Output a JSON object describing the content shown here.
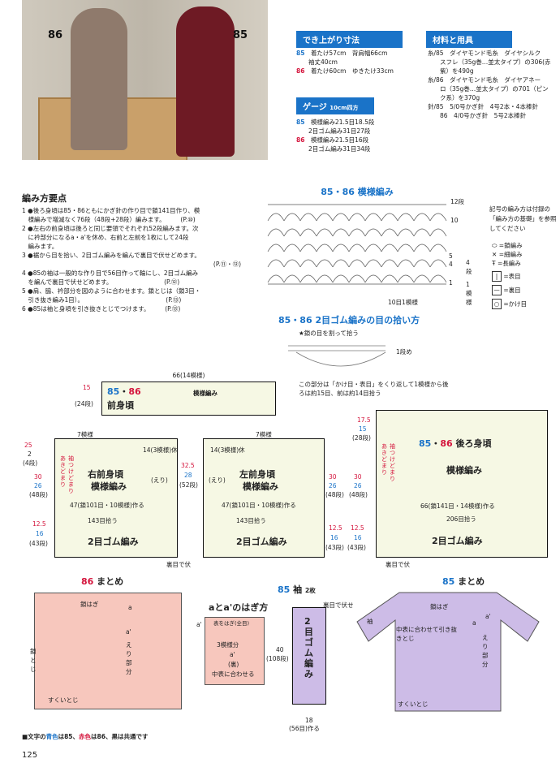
{
  "photo": {
    "label_86": "86",
    "label_85": "85"
  },
  "finished": {
    "title": "でき上がり寸法",
    "rows": [
      {
        "num": "85",
        "text": "着たけ57cm　背肩幅66cm"
      },
      {
        "num": "",
        "text": "袖丈40cm"
      },
      {
        "num": "86",
        "text": "着たけ60cm　ゆきたけ33cm"
      }
    ]
  },
  "gauge": {
    "title": "ゲージ",
    "sub": "10cm四方",
    "rows": [
      {
        "num": "85",
        "text": "模様編み21.5目18.5段"
      },
      {
        "num": "",
        "text": "2目ゴム編み31目27段"
      },
      {
        "num": "86",
        "text": "模様編み21.5目16段"
      },
      {
        "num": "",
        "text": "2目ゴム編み31目34段"
      }
    ]
  },
  "materials": {
    "title": "材料と用具",
    "lines": [
      "糸/85　ダイヤモンド毛糸　ダイヤシルク",
      "スフレ（35g巻…並太タイプ）の306(赤",
      "紫）を490g",
      "糸/86　ダイヤモンド毛糸　ダイヤアネー",
      "ロ（35g巻…並太タイプ）の701（ピン",
      "ク系）を370g",
      "針/85　5/0号かぎ針　4号2本・4本棒針",
      "86　4/0号かぎ針　5号2本棒針"
    ]
  },
  "instructions": {
    "title": "編み方要点",
    "steps": [
      "1 ●後ろ身頃は85・86ともにかぎ針の作り目で鎖141目作り、模",
      "様編みで増減なく76段（48段+28段）編みます。　　　(P.⑩)",
      "2 ●左右の前身頃は後ろと同じ要領でそれぞれ52段編みます。次",
      "に衿部分になるa・a'を休め、右前と左前を1枚にして24段",
      "編みます。",
      "3 ●裾から目を拾い、2目ゴム編みを編んで裏目で伏せどめます。",
      "(P.⑪・⑫)",
      "4 ●85の袖は一般的な作り目で56目作って輪にし、2目ゴム編み",
      "を編んで裏目で伏せどめます。　　　　　　　　　(P.⑫)",
      "5 ●肩、脇、衿部分を図のように合わせます。鎖とじは（鎖3目・",
      "引き抜き編み1目）。　　　　　　　　　　　　　　(P.⑬)",
      "6 ●85は袖と身頃を引き抜きとじでつけます。　　　(P.⑬)"
    ]
  },
  "chart_title": "85・86 模様編み",
  "chart_rows": {
    "r12": "12段",
    "r10": "10",
    "r5": "5",
    "r4": "4",
    "r1": "1"
  },
  "chart_side": {
    "a": "4段",
    "b": "1模様"
  },
  "chart_bottom": "10目1模様",
  "symbols": {
    "title": "記号の編み方は付録の「編み方の基礎」を参照してください",
    "items": [
      "=鎖編み",
      "=細編み",
      "=長編み",
      "=表目",
      "=裏目",
      "=かけ目"
    ]
  },
  "rib_pick": {
    "title": "85・86 2目ゴム編みの目の拾い方",
    "sub": "★鎖の目を割って拾う",
    "row1": "1段め",
    "note": "この部分は「かけ目・表目」をくり返して1模様から後ろは約15目、前は約14目拾う"
  },
  "front_yoke": {
    "title_a": "85",
    "title_b": "86",
    "title_c": "前身頃",
    "pattern": "模様編み",
    "top": "66(14模様)",
    "h1": "15",
    "h2": "(24段)"
  },
  "right_front": {
    "title": "右前身頃",
    "pattern": "模様編み",
    "top": "7模様",
    "mark": "14(3模様)休",
    "eri": "(えり)",
    "bottom": "47(鎖101目・10模様)作る",
    "pick": "143目拾う",
    "rib": "2目ゴム編み",
    "side": "あきどまり",
    "side2": "袖つけどまり"
  },
  "left_front": {
    "title": "左前身頃",
    "pattern": "模様編み",
    "top": "7模様",
    "mark": "14(3模様)休",
    "eri": "(えり)",
    "bottom": "47(鎖101目・10模様)作る",
    "pick": "143目拾う",
    "rib": "2目ゴム編み"
  },
  "back": {
    "title_a": "85",
    "title_b": "86",
    "title_c": "後ろ身頃",
    "pattern": "模様編み",
    "side": "あきどまり",
    "side2": "袖つけどまり",
    "bottom": "66(鎖141目・14模様)作る",
    "pick": "206目拾う",
    "rib": "2目ゴム編み",
    "s1": "17.5",
    "s2": "15",
    "s3": "(28段)",
    "s4": "30",
    "s5": "26",
    "s6": "(48段)",
    "s7": "12.5",
    "s8": "16",
    "s9": "(43段)"
  },
  "dims_left": {
    "a": "25",
    "b": "2",
    "c": "(4段)",
    "d": "30",
    "e": "26",
    "f": "(48段)",
    "g": "12.5",
    "h": "16",
    "i": "(43段)"
  },
  "dims_mid": {
    "a": "32.5",
    "b": "28",
    "c": "(52段)",
    "d": "30",
    "e": "26",
    "f": "(48段)",
    "g": "12.5",
    "h": "16",
    "i": "(43段)"
  },
  "urame": "裏目で伏",
  "urame2": "裏目で伏",
  "sum86": {
    "title_num": "86",
    "title": "まとめ",
    "a": "鎖はぎ",
    "b": "a",
    "c": "a'",
    "d": "えり部分",
    "e": "鎖とじ",
    "f": "すくいとじ"
  },
  "seam": {
    "title": "aとa'のはぎ方",
    "a": "a'",
    "b": "表をはぎ(全目)",
    "c": "3模様分",
    "d": "a'",
    "e": "(裏)",
    "f": "中表に合わせる"
  },
  "sleeve": {
    "num": "85",
    "title": "袖",
    "count": "2枚",
    "top": "裏目で伏せ",
    "rib": "2目ゴム編み",
    "h1": "40",
    "h2": "(108段)",
    "w1": "18",
    "w2": "(56目)作る"
  },
  "sum85": {
    "title_num": "85",
    "title": "まとめ",
    "a": "鎖はぎ",
    "b": "袖",
    "c": "中表に合わせて引き抜きとじ",
    "d": "a'",
    "e": "a",
    "f": "えり部分",
    "g": "すくいとじ"
  },
  "legend": {
    "pre": "■文字の",
    "blue": "青色",
    "mid1": "は85、",
    "red": "赤色",
    "mid2": "は86、黒は共通です"
  },
  "page_num": "125"
}
